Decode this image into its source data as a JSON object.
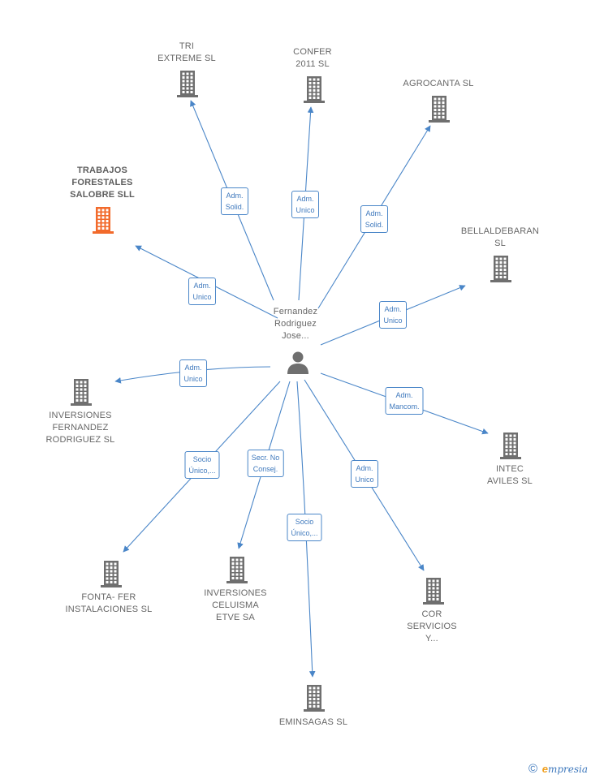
{
  "colors": {
    "edge": "#4a86c8",
    "company": "#6f6f6f",
    "highlight": "#f26a2b",
    "person": "#6f6f6f",
    "role_border": "#4a86c8",
    "role_text": "#3f79bd"
  },
  "person": {
    "label": "Fernandez\nRodriguez\nJose...",
    "icon": "person-icon"
  },
  "companies": [
    {
      "id": "tri",
      "label": "TRI\nEXTREME SL",
      "highlight": false
    },
    {
      "id": "confer",
      "label": "CONFER\n2011 SL",
      "highlight": false
    },
    {
      "id": "agrocanta",
      "label": "AGROCANTA SL",
      "highlight": false
    },
    {
      "id": "trabajos",
      "label": "TRABAJOS\nFORESTALES\nSALOBRE SLL",
      "highlight": true
    },
    {
      "id": "bellaldebaran",
      "label": "BELLALDEBARAN\nSL",
      "highlight": false
    },
    {
      "id": "inversiones_fr",
      "label": "INVERSIONES\nFERNANDEZ\nRODRIGUEZ SL",
      "highlight": false
    },
    {
      "id": "intec",
      "label": "INTEC\nAVILES SL",
      "highlight": false
    },
    {
      "id": "fonta",
      "label": "FONTA- FER\nINSTALACIONES SL",
      "highlight": false
    },
    {
      "id": "inversiones_ce",
      "label": "INVERSIONES\nCELUISMA\nETVE SA",
      "highlight": false
    },
    {
      "id": "cor",
      "label": "COR\nSERVICIOS\nY...",
      "highlight": false
    },
    {
      "id": "eminsagas",
      "label": "EMINSAGAS SL",
      "highlight": false
    }
  ],
  "relations": [
    {
      "target": "tri",
      "role": "Adm.\nSolid."
    },
    {
      "target": "confer",
      "role": "Adm.\nUnico"
    },
    {
      "target": "agrocanta",
      "role": "Adm.\nSolid."
    },
    {
      "target": "trabajos",
      "role": "Adm.\nUnico"
    },
    {
      "target": "bellaldebaran",
      "role": "Adm.\nUnico"
    },
    {
      "target": "inversiones_fr",
      "role": "Adm.\nUnico"
    },
    {
      "target": "intec",
      "role": "Adm.\nMancom."
    },
    {
      "target": "fonta",
      "role": "Socio\nÚnico,..."
    },
    {
      "target": "inversiones_ce",
      "role": "Secr.  No\nConsej."
    },
    {
      "target": "cor",
      "role": "Adm.\nUnico"
    },
    {
      "target": "eminsagas",
      "role": "Socio\nÚnico,..."
    }
  ],
  "footer": {
    "copyright": "©",
    "brand_initial": "e",
    "brand_rest": "mpresia"
  }
}
